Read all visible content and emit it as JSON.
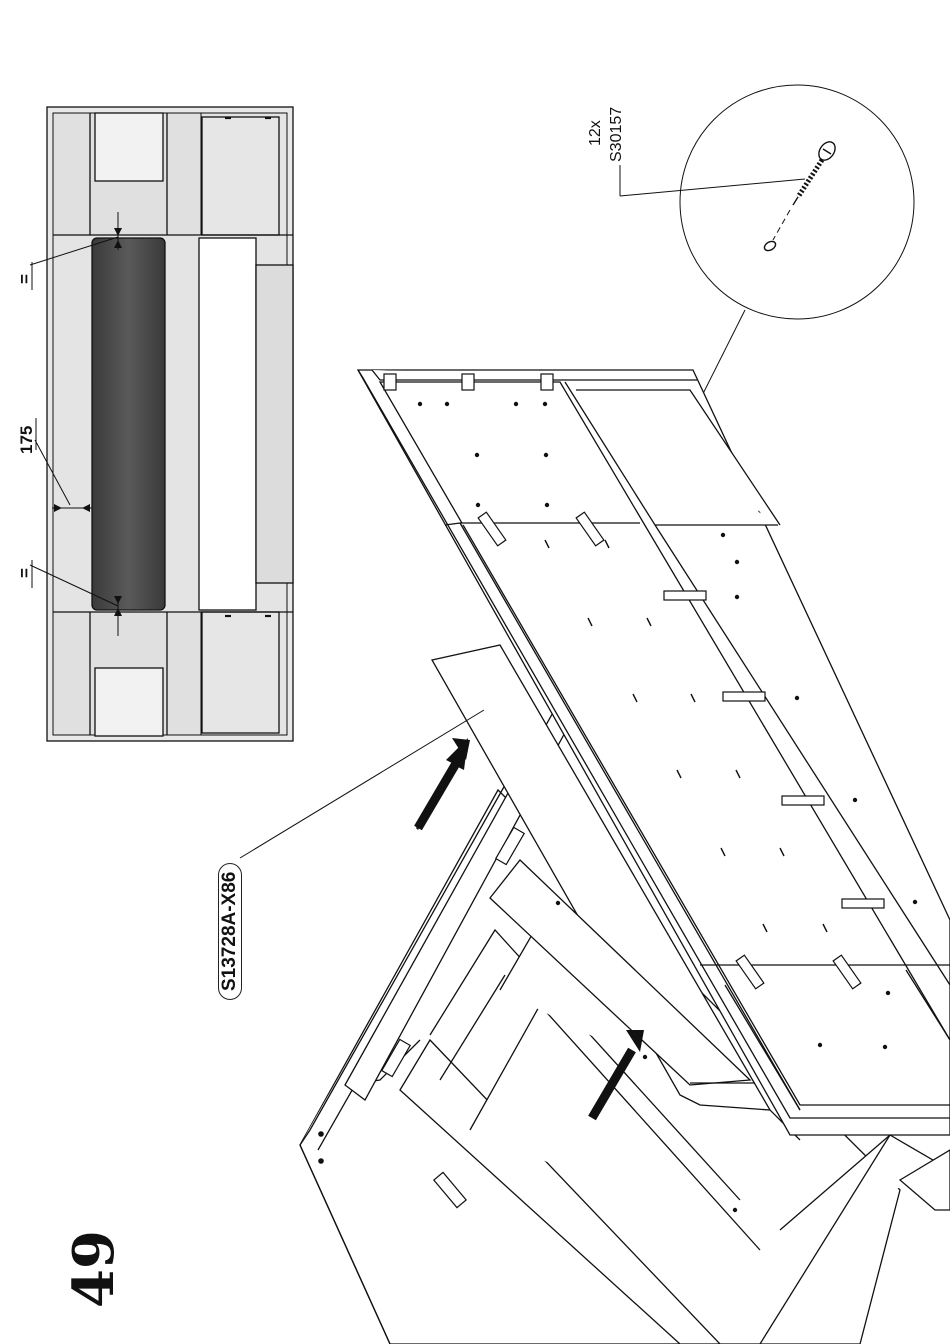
{
  "step_number": "49",
  "top_view": {
    "dimension_offset": "175",
    "equal_mark_left": "=",
    "equal_mark_right": "="
  },
  "part_label": "S13728A-X86",
  "hardware": {
    "quantity": "12x",
    "code": "S30157",
    "icon": "screw-icon"
  },
  "insert_arrows": {
    "count": 2,
    "icon": "insertion-arrow-icon"
  },
  "colors": {
    "line": "#111111",
    "panel_fill": "#e6e6e6",
    "cushion_fill": "#4a4a4a",
    "background": "#ffffff"
  }
}
